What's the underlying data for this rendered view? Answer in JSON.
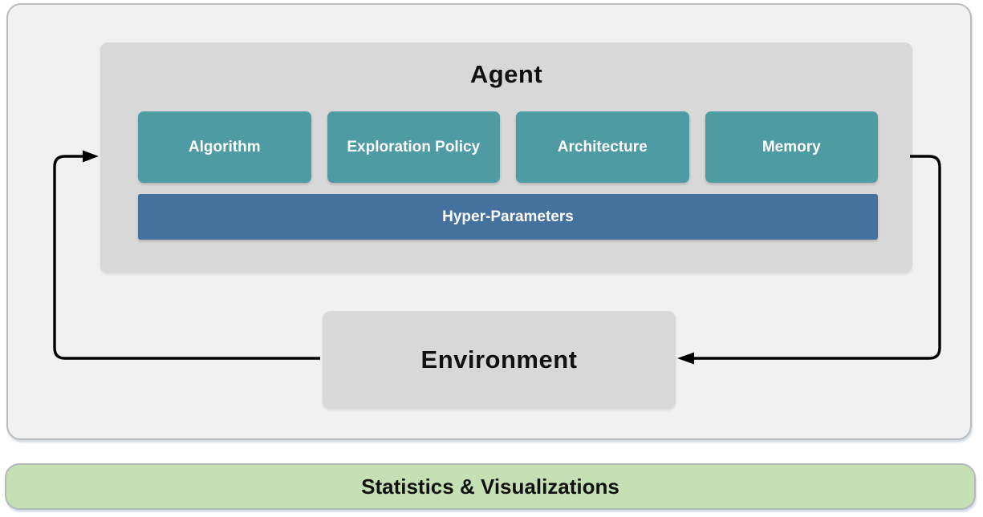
{
  "agent": {
    "title": "Agent",
    "components": [
      {
        "label": "Algorithm"
      },
      {
        "label": "Exploration Policy"
      },
      {
        "label": "Architecture"
      },
      {
        "label": "Memory"
      }
    ],
    "hyper_parameters_label": "Hyper-Parameters"
  },
  "environment": {
    "title": "Environment"
  },
  "footer": {
    "label": "Statistics & Visualizations"
  },
  "colors": {
    "component_box": "#4f9ba3",
    "hyper_parameters_bar": "#44719e",
    "agent_panel": "#d8d8d8",
    "environment_box": "#d8d8d8",
    "outer_panel": "#f1f1f1",
    "outer_border": "#b9bcbe",
    "footer_bar": "#c5e0b4",
    "arrow": "#000000"
  }
}
